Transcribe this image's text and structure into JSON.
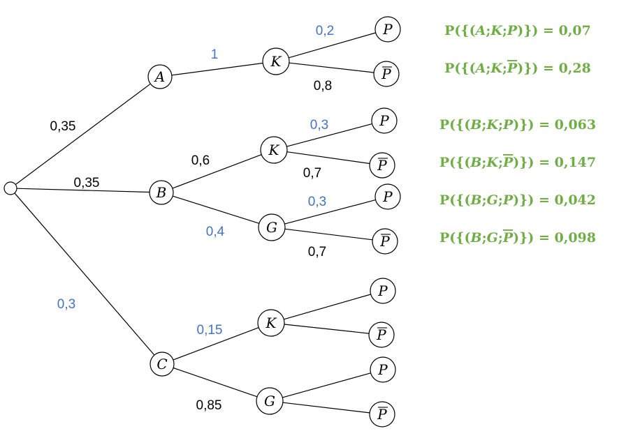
{
  "colors": {
    "blue": "#4472c4",
    "black": "#000000",
    "green": "#70ad47"
  },
  "nodes": [
    {
      "id": "root",
      "label": ""
    },
    {
      "id": "A",
      "label": "A"
    },
    {
      "id": "B",
      "label": "B"
    },
    {
      "id": "C",
      "label": "C"
    },
    {
      "id": "AK",
      "label": "K"
    },
    {
      "id": "BK",
      "label": "K"
    },
    {
      "id": "BG",
      "label": "G"
    },
    {
      "id": "CK",
      "label": "K"
    },
    {
      "id": "CG",
      "label": "G"
    },
    {
      "id": "AKP",
      "label": "P"
    },
    {
      "id": "AKPb",
      "label": "P",
      "bar": true
    },
    {
      "id": "BKP",
      "label": "P"
    },
    {
      "id": "BKPb",
      "label": "P",
      "bar": true
    },
    {
      "id": "BGP",
      "label": "P"
    },
    {
      "id": "BGPb",
      "label": "P",
      "bar": true
    },
    {
      "id": "CKP",
      "label": "P"
    },
    {
      "id": "CKPb",
      "label": "P",
      "bar": true
    },
    {
      "id": "CGP",
      "label": "P"
    },
    {
      "id": "CGPb",
      "label": "P",
      "bar": true
    }
  ],
  "edges": [
    {
      "from": "root",
      "to": "A",
      "label": "0,35",
      "color": "black"
    },
    {
      "from": "root",
      "to": "B",
      "label": "0,35",
      "color": "black"
    },
    {
      "from": "root",
      "to": "C",
      "label": "0,3",
      "color": "blue"
    },
    {
      "from": "A",
      "to": "AK",
      "label": "1",
      "color": "blue"
    },
    {
      "from": "B",
      "to": "BK",
      "label": "0,6",
      "color": "black"
    },
    {
      "from": "B",
      "to": "BG",
      "label": "0,4",
      "color": "blue"
    },
    {
      "from": "C",
      "to": "CK",
      "label": "0,15",
      "color": "blue"
    },
    {
      "from": "C",
      "to": "CG",
      "label": "0,85",
      "color": "black"
    },
    {
      "from": "AK",
      "to": "AKP",
      "label": "0,2",
      "color": "blue"
    },
    {
      "from": "AK",
      "to": "AKPb",
      "label": "0,8",
      "color": "black"
    },
    {
      "from": "BK",
      "to": "BKP",
      "label": "0,3",
      "color": "blue"
    },
    {
      "from": "BK",
      "to": "BKPb",
      "label": "0,7",
      "color": "black"
    },
    {
      "from": "BG",
      "to": "BGP",
      "label": "0,3",
      "color": "blue"
    },
    {
      "from": "BG",
      "to": "BGPb",
      "label": "0,7",
      "color": "black"
    },
    {
      "from": "CK",
      "to": "CKP",
      "label": "",
      "color": "black"
    },
    {
      "from": "CK",
      "to": "CKPb",
      "label": "",
      "color": "black"
    },
    {
      "from": "CG",
      "to": "CGP",
      "label": "",
      "color": "black"
    },
    {
      "from": "CG",
      "to": "CGPb",
      "label": "",
      "color": "black"
    }
  ],
  "results": [
    {
      "path": [
        "A",
        "K",
        "P"
      ],
      "bar": false,
      "value": "0,07"
    },
    {
      "path": [
        "A",
        "K",
        "P"
      ],
      "bar": true,
      "value": "0,28"
    },
    {
      "path": [
        "B",
        "K",
        "P"
      ],
      "bar": false,
      "value": "0,063"
    },
    {
      "path": [
        "B",
        "K",
        "P"
      ],
      "bar": true,
      "value": "0,147"
    },
    {
      "path": [
        "B",
        "G",
        "P"
      ],
      "bar": false,
      "value": "0,042"
    },
    {
      "path": [
        "B",
        "G",
        "P"
      ],
      "bar": true,
      "value": "0,098"
    }
  ]
}
